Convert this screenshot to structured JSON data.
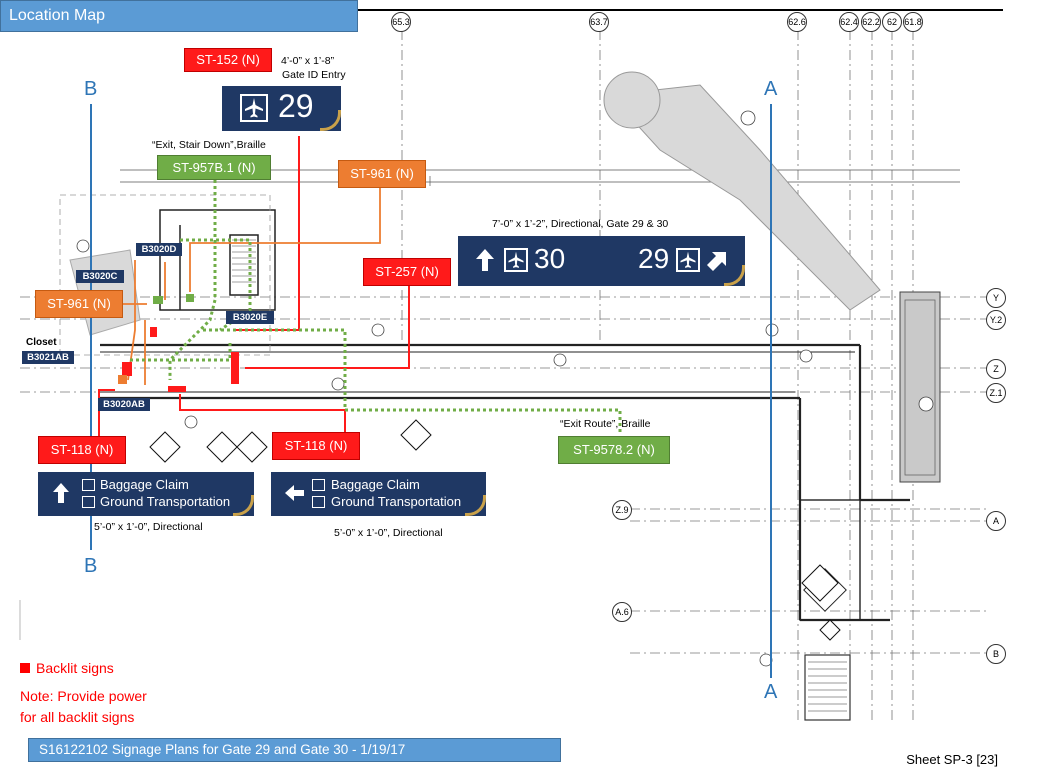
{
  "title": "Location Map",
  "column_bubbles": [
    "65.3",
    "63.7",
    "62.6",
    "62.4",
    "62.2",
    "62",
    "61.8"
  ],
  "row_bubbles": [
    "Y",
    "Y.2",
    "Z",
    "Z.1",
    "Z.9",
    "A",
    "A.6",
    "B"
  ],
  "section_markers": {
    "b_top": "B",
    "b_bottom": "B",
    "a_top": "A",
    "a_bottom": "A"
  },
  "tags": {
    "st152": "ST-152 (N)",
    "st957b1": "ST-957B.1 (N)",
    "st961_right": "ST-961 (N)",
    "st961_left": "ST-961 (N)",
    "st257": "ST-257 (N)",
    "st118_left": "ST-118 (N)",
    "st118_mid": "ST-118 (N)",
    "st9578": "ST-9578.2 (N)"
  },
  "labels": {
    "gate_id_size": "4’-0” x 1’-8”",
    "gate_id_desc": "Gate ID Entry",
    "exit_stair": "“Exit, Stair Down”,Braille",
    "directional_30": "7’-0” x 1’-2”, Directional, Gate 29 & 30",
    "exit_route": "“Exit Route”, Braille",
    "dir_left": "5’-0” x 1’-0”, Directional",
    "dir_right": "5’-0” x 1’-0”, Directional",
    "closet": "Closet"
  },
  "room_tags": {
    "b3020d": "B3020D",
    "b3020c": "B3020C",
    "b3020e": "B3020E",
    "b3021ab": "B3021AB",
    "b3020ab": "B3020AB"
  },
  "signs": {
    "gate29": {
      "number": "29",
      "icon": "airplane-icon"
    },
    "directional": {
      "left_number": "30",
      "right_number": "29",
      "icons": [
        "up-arrow-icon",
        "airplane-icon",
        "up-right-arrow-icon"
      ]
    },
    "baggage_left": {
      "line1": "Baggage Claim",
      "line2": "Ground Transportation",
      "arrow": "up-arrow-icon"
    },
    "baggage_right": {
      "line1": "Baggage Claim",
      "line2": "Ground Transportation",
      "arrow": "left-arrow-icon"
    }
  },
  "legend": {
    "backlit": "Backlit signs",
    "note_line1": "Note: Provide power",
    "note_line2": "for all backlit signs"
  },
  "footer": "S16122102 Signage Plans for Gate 29 and Gate 30 - 1/19/17",
  "sheet": "Sheet SP-3  [23]",
  "colors": {
    "title_bar": "#5b9bd5",
    "sign_navy": "#1f3864",
    "red": "#ff1a1a",
    "orange": "#ed7d31",
    "green": "#70ad47",
    "gridline_blue": "#2e75b6"
  }
}
